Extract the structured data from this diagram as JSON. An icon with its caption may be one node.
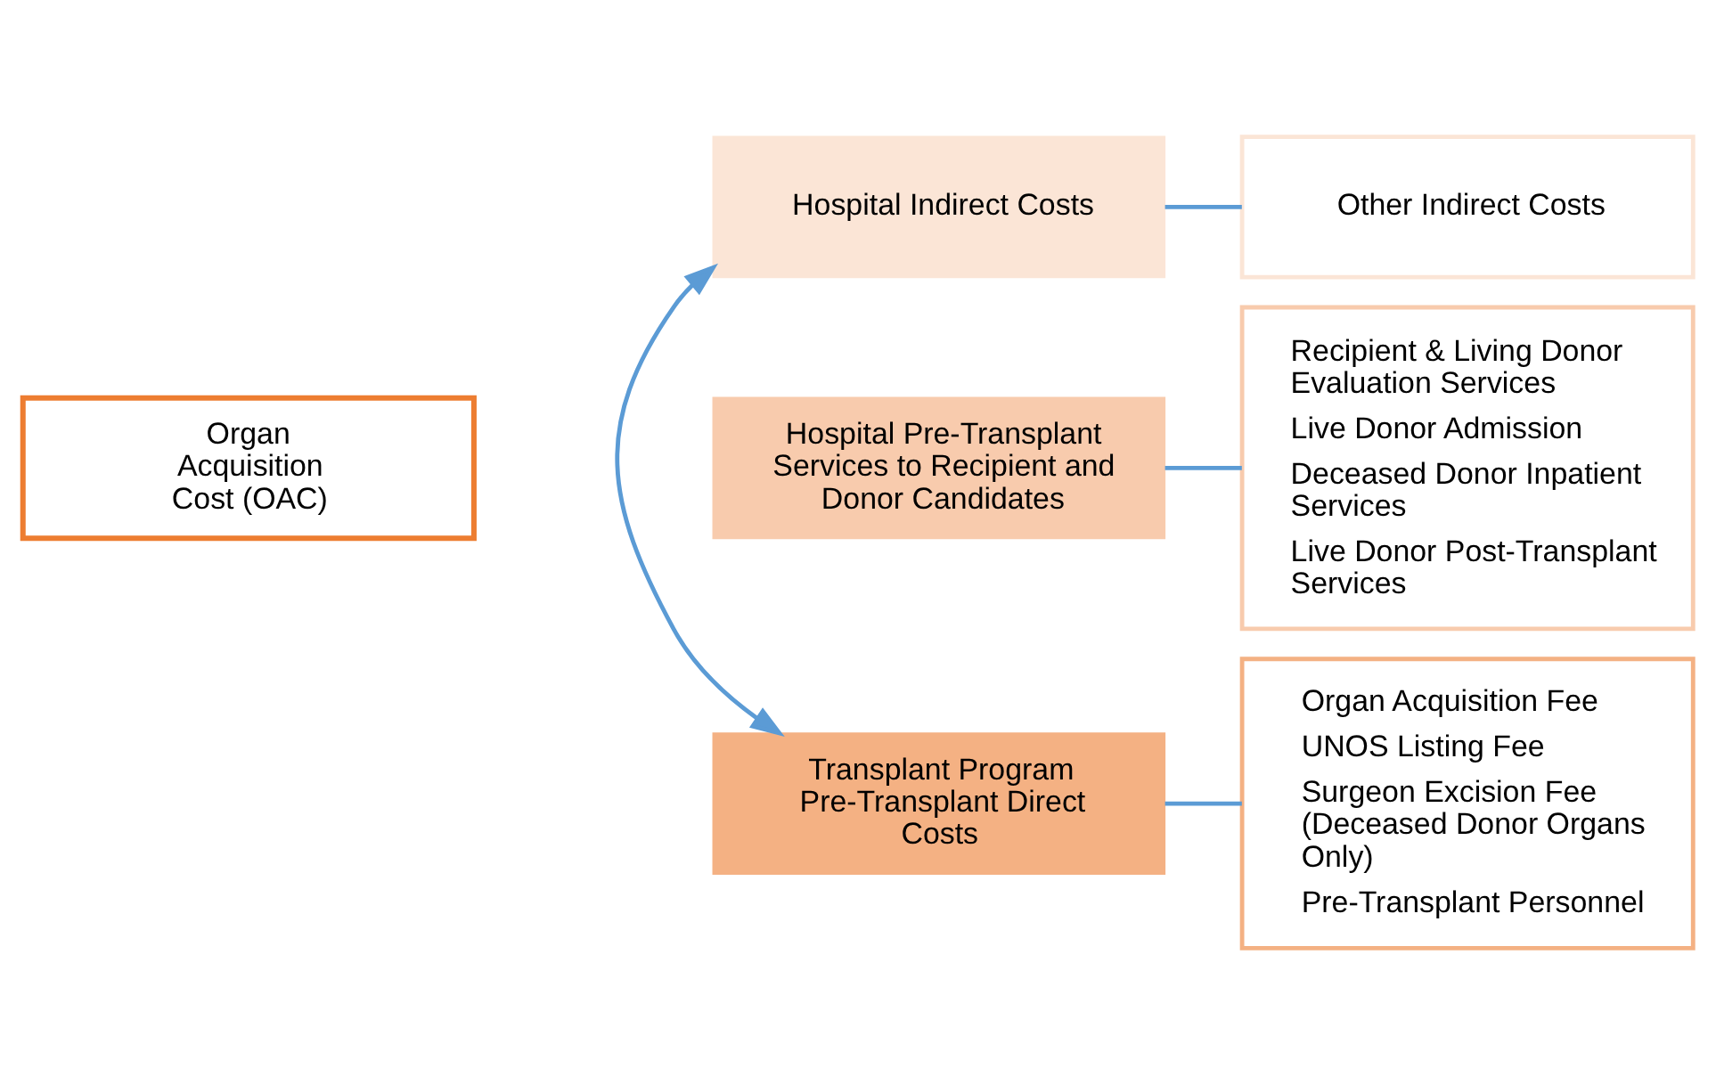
{
  "diagram": {
    "nodes": [
      {
        "text": [
          "Organ Acquisition Cost (OAC)"
        ]
      },
      {
        "text": [
          "Hospital Indirect Costs"
        ]
      },
      {
        "text": [
          "Other Indirect Costs"
        ]
      },
      {
        "text": [
          "Hospital Pre-Transplant Services to Recipient and Donor Candidates"
        ]
      },
      {
        "text": [
          "Recipient & Living Donor Evaluation Services",
          "Live Donor Admission",
          "Deceased Donor Inpatient Services",
          "Live Donor Post-Transplant Services"
        ]
      },
      {
        "text": [
          "Transplant Program Pre-Transplant Direct Costs"
        ]
      },
      {
        "text": [
          "Organ Acquisition Fee",
          "UNOS Listing Fee",
          "Surgeon Excision Fee (Deceased Donor Organs Only)",
          "Pre-Transplant Personnel"
        ]
      }
    ],
    "edges": [
      {
        "from": 1,
        "to": 5,
        "arrow": "both"
      },
      {
        "from": 1,
        "to": 2,
        "arrow": "none"
      },
      {
        "from": 3,
        "to": 4,
        "arrow": "none"
      },
      {
        "from": 5,
        "to": 6,
        "arrow": "none"
      }
    ]
  }
}
